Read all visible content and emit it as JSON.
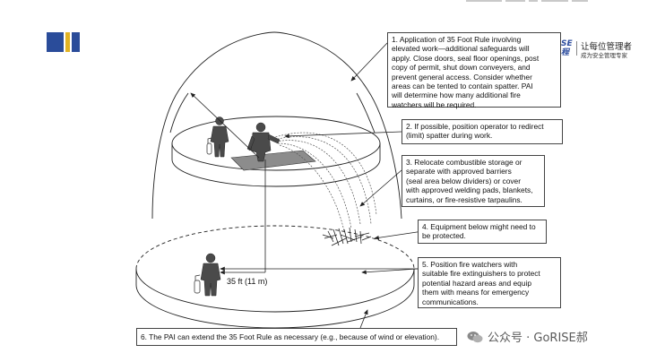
{
  "header": {
    "brand_mark_line1": "SE",
    "brand_mark_line2": "程",
    "brand_title": "让每位管理者",
    "brand_subtitle": "成为安全管理专家"
  },
  "colors": {
    "logo_blue": "#2a4c9a",
    "logo_gold": "#e2b324",
    "line": "#222222",
    "dashed": "#555555"
  },
  "diagram": {
    "notes": [
      {
        "lines": [
          "1. Application of 35 Foot Rule involving",
          "elevated work—additional safeguards will",
          "apply. Close doors, seal floor openings, post",
          "copy of permit, shut down conveyers, and",
          "prevent general access. Consider whether",
          "areas can be tented to contain spatter. PAI",
          "will determine how many additional fire",
          "watchers will be required."
        ]
      },
      {
        "lines": [
          "2. If possible, position operator to redirect",
          "(limit) spatter during work."
        ]
      },
      {
        "lines": [
          "3. Relocate combustible storage or",
          "separate with approved barriers",
          "(seal area below dividers) or cover",
          "with approved welding pads, blankets,",
          "curtains, or fire-resistive tarpaulins."
        ]
      },
      {
        "lines": [
          "4. Equipment below might need to",
          "be protected."
        ]
      },
      {
        "lines": [
          "5. Position fire watchers with",
          "suitable fire extinguishers to protect",
          "potential hazard areas and equip",
          "them with means for emergency",
          "communications."
        ]
      },
      {
        "lines": [
          "6. The PAI can extend the 35 Foot Rule as necessary (e.g., because of wind or elevation)."
        ]
      }
    ],
    "dimension_label": "35 ft (11 m)"
  },
  "watermark": {
    "text": "公众号 · GoRISE郝"
  }
}
